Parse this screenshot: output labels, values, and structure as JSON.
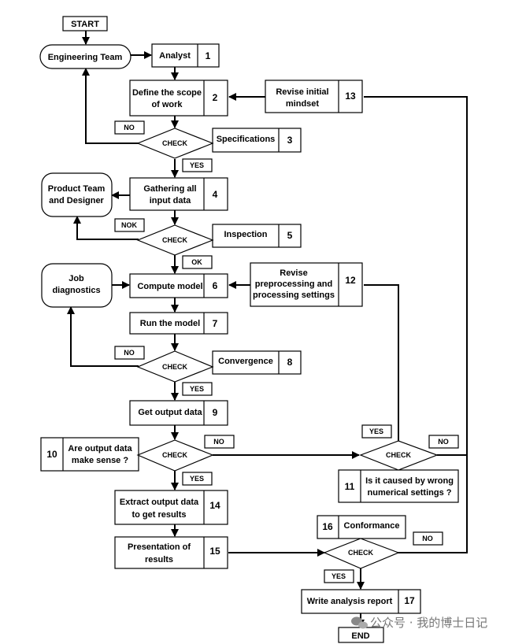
{
  "terminals": {
    "start": "START",
    "end": "END"
  },
  "actors": {
    "engineering_team": "Engineering Team",
    "product_team": [
      "Product Team",
      "and Designer"
    ],
    "job_diagnostics": [
      "Job",
      "diagnostics"
    ]
  },
  "steps": {
    "s1": {
      "label": [
        "Analyst"
      ],
      "num": "1"
    },
    "s2": {
      "label": [
        "Define the scope",
        "of work"
      ],
      "num": "2"
    },
    "s3": {
      "label": [
        "Specifications"
      ],
      "num": "3"
    },
    "s4": {
      "label": [
        "Gathering all",
        "input data"
      ],
      "num": "4"
    },
    "s5": {
      "label": [
        "Inspection"
      ],
      "num": "5"
    },
    "s6": {
      "label": [
        "Compute model"
      ],
      "num": "6"
    },
    "s7": {
      "label": [
        "Run the model"
      ],
      "num": "7"
    },
    "s8": {
      "label": [
        "Convergence"
      ],
      "num": "8"
    },
    "s9": {
      "label": [
        "Get output data"
      ],
      "num": "9"
    },
    "s10": {
      "label": [
        "Are output data",
        "make sense ?"
      ],
      "num": "10"
    },
    "s11": {
      "label": [
        "Is it caused by wrong",
        "numerical settings ?"
      ],
      "num": "11"
    },
    "s12": {
      "label": [
        "Revise",
        "preprocessing and",
        "processing settings"
      ],
      "num": "12"
    },
    "s13": {
      "label": [
        "Revise initial",
        "mindset"
      ],
      "num": "13"
    },
    "s14": {
      "label": [
        "Extract output data",
        "to get results"
      ],
      "num": "14"
    },
    "s15": {
      "label": [
        "Presentation of",
        "results"
      ],
      "num": "15"
    },
    "s16": {
      "label": [
        "Conformance"
      ],
      "num": "16"
    },
    "s17": {
      "label": [
        "Write analysis report"
      ],
      "num": "17"
    }
  },
  "decision_label": "CHECK",
  "branch_labels": {
    "no_1": "NO",
    "yes_1": "YES",
    "nok": "NOK",
    "ok": "OK",
    "no_3": "NO",
    "yes_3": "YES",
    "no_4": "NO",
    "yes_4": "YES",
    "yes_5": "YES",
    "no_5": "NO",
    "no_6": "NO",
    "yes_6": "YES"
  },
  "watermark": "公众号 · 我的博士日记"
}
